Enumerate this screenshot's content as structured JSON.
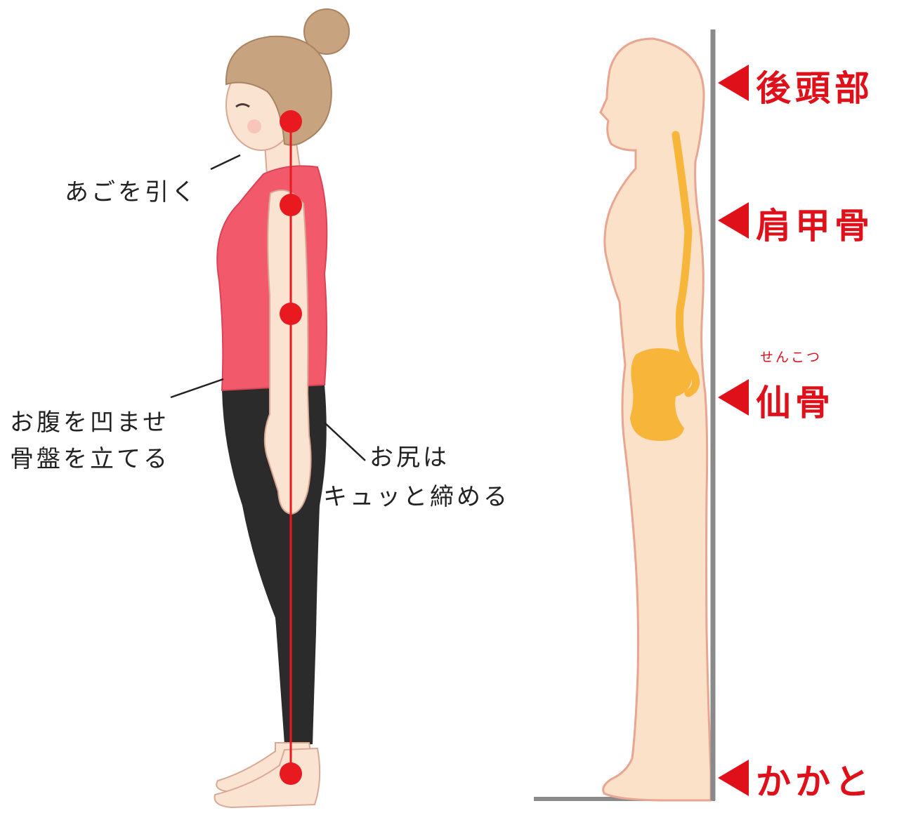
{
  "left_figure": {
    "notes": {
      "chin": "あごを引く",
      "belly_line1": "お腹を凹ませ",
      "belly_line2": "骨盤を立てる",
      "hip_line1": "お尻は",
      "hip_line2": "キュッと締める"
    },
    "colors": {
      "alignment_line": "#e8191f",
      "tank_top": "#f2596a",
      "leggings": "#2b2b2b",
      "skin": "#fbe3d2",
      "hair": "#c8a37f"
    }
  },
  "right_figure": {
    "labels": {
      "head": "後頭部",
      "shoulder": "肩甲骨",
      "sacrum_ruby": "せんこつ",
      "sacrum": "仙骨",
      "heel": "かかと"
    },
    "colors": {
      "body_fill": "#fbe1c8",
      "body_outline": "#e8a591",
      "spine": "#f7b53a",
      "wall": "#8a8a8a",
      "arrow": "#e0101a"
    }
  }
}
